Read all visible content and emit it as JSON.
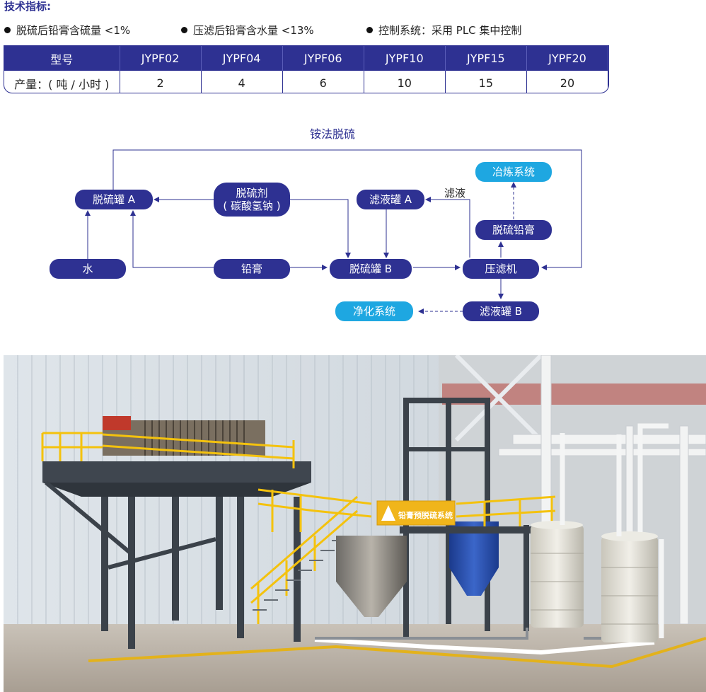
{
  "header": {
    "title": "技术指标:"
  },
  "bullets": [
    "脱硫后铅膏含硫量 <1%",
    "压滤后铅膏含水量 <13%",
    "控制系统：采用 PLC 集中控制"
  ],
  "spec_table": {
    "headers": [
      "型号",
      "JYPF02",
      "JYPF04",
      "JYPF06",
      "JYPF10",
      "JYPF15",
      "JYPF20"
    ],
    "row_label": "产量：( 吨 / 小时 )",
    "values": [
      "2",
      "4",
      "6",
      "10",
      "15",
      "20"
    ]
  },
  "diagram": {
    "title": "铵法脱硫",
    "nodes": {
      "tank_a": "脱硫罐 A",
      "reagent_line1": "脱硫剂",
      "reagent_line2": "( 碳酸氢钠 )",
      "filtrate_tank_a": "滤液罐 A",
      "smelting": "冶炼系统",
      "lead_paste_out": "脱硫铅膏",
      "water": "水",
      "lead_paste": "铅膏",
      "tank_b": "脱硫罐 B",
      "filter_press": "压滤机",
      "purification": "净化系统",
      "filtrate_tank_b": "滤液罐 B"
    },
    "edge_label_filtrate": "滤液"
  },
  "photo": {
    "sign_text": "铅膏预脱硫系统"
  },
  "colors": {
    "navy": "#2e3192",
    "cyan": "#1ea7e1",
    "yellow_rail": "#f4c20d",
    "steel": "#4a5058"
  }
}
